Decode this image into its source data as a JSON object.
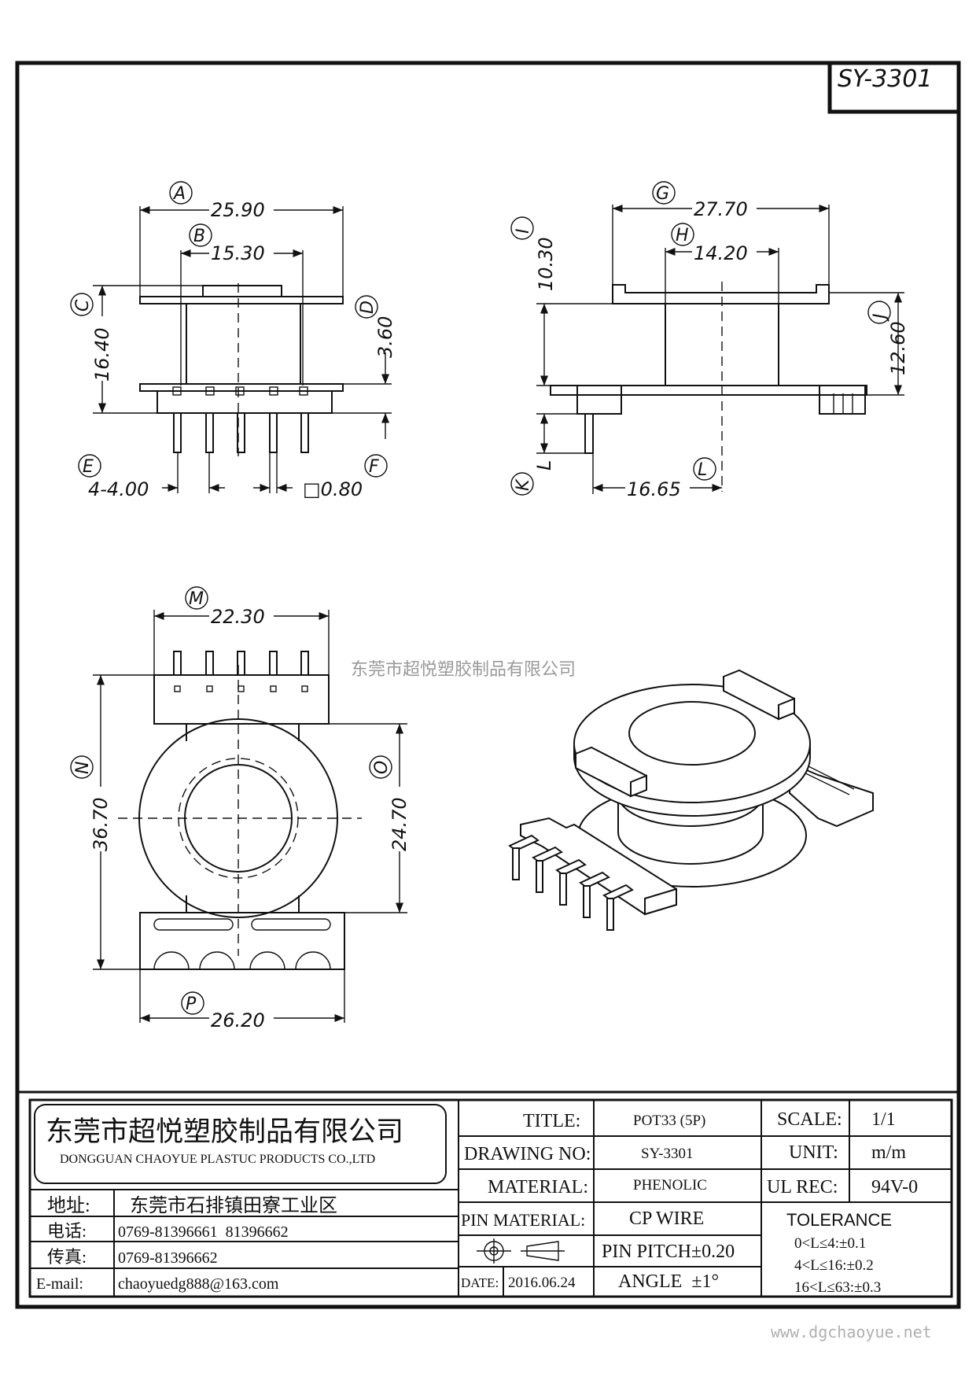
{
  "part_code": "SY-3301",
  "watermark": "东莞市超悦塑胶制品有限公司",
  "website": "www.dgchaoyue.net",
  "dims": {
    "A": {
      "letter": "A",
      "value": "25.90"
    },
    "B": {
      "letter": "B",
      "value": "15.30"
    },
    "C": {
      "letter": "C",
      "value": "16.40"
    },
    "D": {
      "letter": "D",
      "value": "3.60"
    },
    "E": {
      "letter": "E",
      "value": "4-4.00"
    },
    "F": {
      "letter": "F",
      "value": "□0.80"
    },
    "G": {
      "letter": "G",
      "value": "27.70"
    },
    "H": {
      "letter": "H",
      "value": "14.20"
    },
    "I": {
      "letter": "I",
      "value": "10.30"
    },
    "J": {
      "letter": "J",
      "value": "12.60"
    },
    "K": {
      "letter": "K",
      "value": "L"
    },
    "L": {
      "letter": "L",
      "value": "16.65"
    },
    "M": {
      "letter": "M",
      "value": "22.30"
    },
    "N": {
      "letter": "N",
      "value": "36.70"
    },
    "O": {
      "letter": "O",
      "value": "24.70"
    },
    "P": {
      "letter": "P",
      "value": "26.20"
    }
  },
  "title_block": {
    "company_cn": "东莞市超悦塑胶制品有限公司",
    "company_en": "DONGGUAN CHAOYUE PLASTUC PRODUCTS CO.,LTD",
    "address_label": "地址:",
    "address": "东莞市石排镇田寮工业区",
    "phone_label": "电话:",
    "phone": "0769-81396661  81396662",
    "fax_label": "传真:",
    "fax": "0769-81396662",
    "email_label": "E-mail:",
    "email": "chaoyuedg888@163.com",
    "title_label": "TITLE:",
    "title": "POT33 (5P)",
    "drawing_no_label": "DRAWING NO:",
    "drawing_no": "SY-3301",
    "material_label": "MATERIAL:",
    "material": "PHENOLIC",
    "pin_material_label": "PIN MATERIAL:",
    "pin_material": "CP WIRE",
    "pin_pitch": "PIN PITCH±0.20",
    "date_label": "DATE:",
    "date": "2016.06.24",
    "angle": "ANGLE  ±1°",
    "scale_label": "SCALE:",
    "scale": "1/1",
    "unit_label": "UNIT:",
    "unit": "m/m",
    "ul_label": "UL REC:",
    "ul": "94V-0",
    "tolerance_label": "TOLERANCE",
    "tolerances": [
      "0<L≤4:±0.1",
      "4<L≤16:±0.2",
      "16<L≤63:±0.3"
    ]
  }
}
